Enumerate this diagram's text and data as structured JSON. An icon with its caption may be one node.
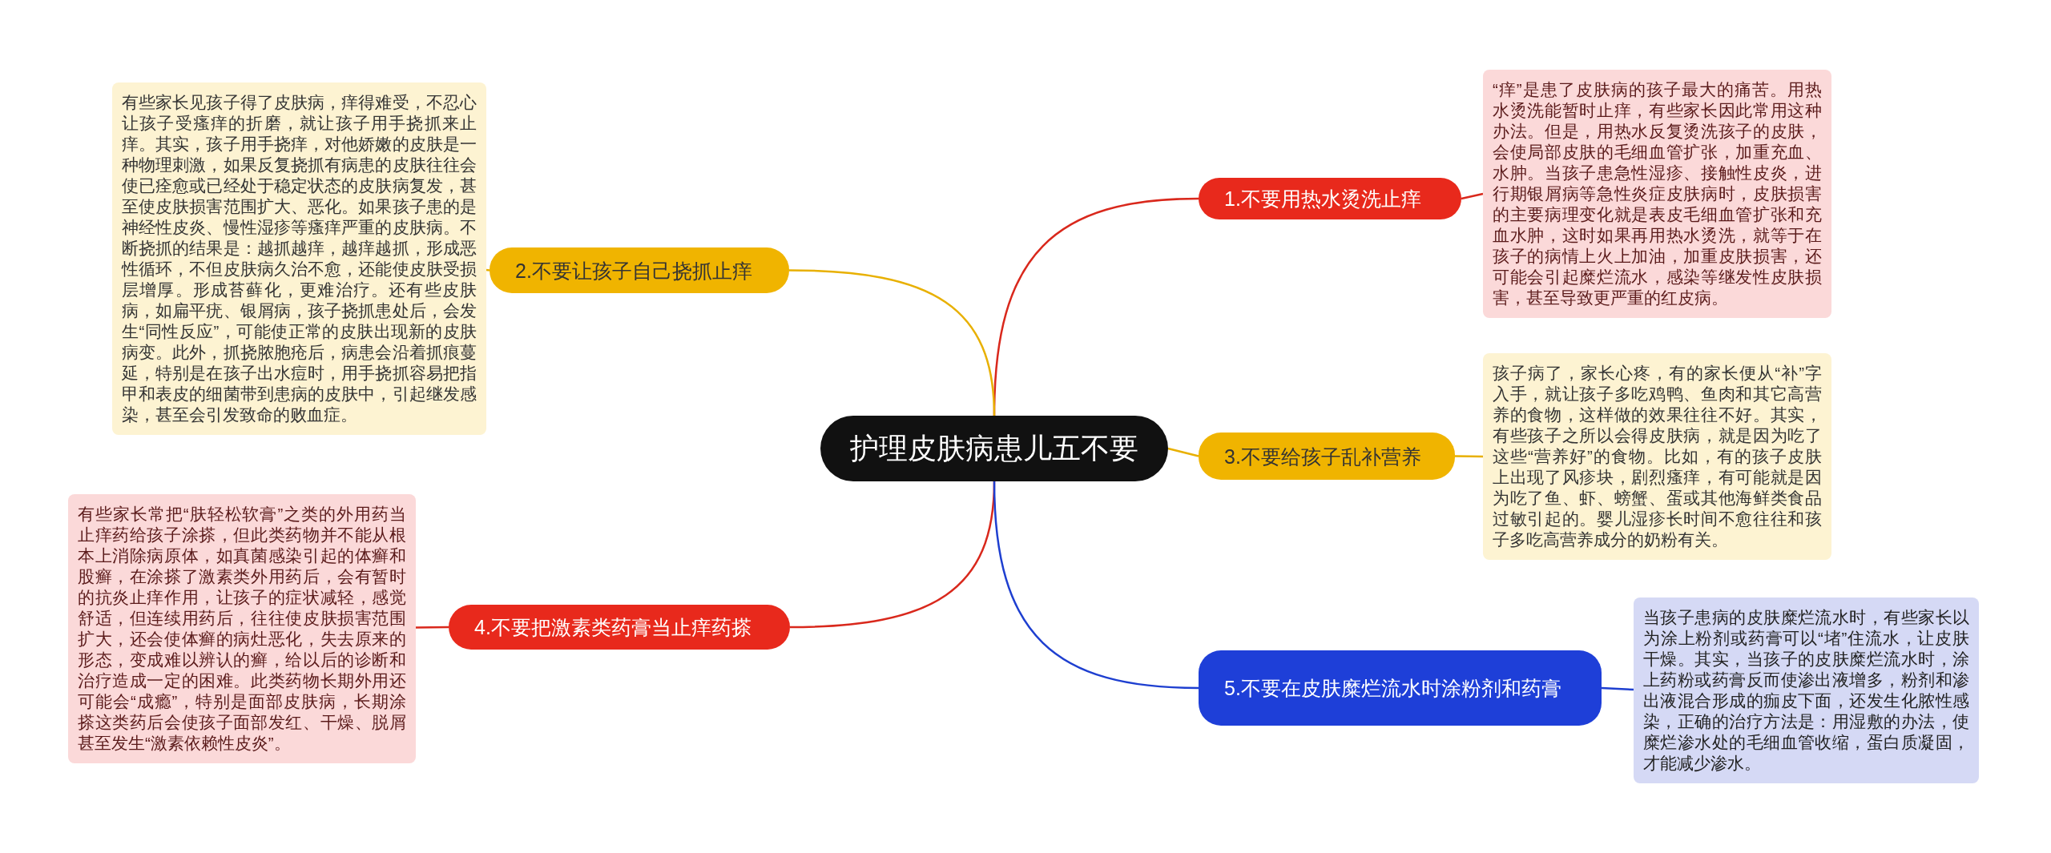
{
  "diagram": {
    "nodes": [
      {
        "text": [
          "护理皮肤病患儿五不要"
        ]
      },
      {
        "text": [
          "1.不要用热水烫洗止痒"
        ]
      },
      {
        "text": [
          "“痒”是患了皮肤病的孩子最大的痛苦。用热水烫洗能暂时止痒，有些家长因此常用这种办法。但是，用热水反复烫洗孩子的皮肤，会使局部皮肤的毛细血管扩张，加重充血、水肿。当孩子患急性湿疹、接触性皮炎，进行期银屑病等急性炎症皮肤病时，皮肤损害的主要病理变化就是表皮毛细血管扩张和充血水肿，这时如果再用热水烫洗，就等于在孩子的病情上火上加油，加重皮肤损害，还可能会引起糜烂流水，感染等继发性皮肤损害，甚至导致更严重的红皮病。"
        ]
      },
      {
        "text": [
          "2.不要让孩子自己挠抓止痒"
        ]
      },
      {
        "text": [
          "有些家长见孩子得了皮肤病，痒得难受，不忍心让孩子受瘙痒的折磨，就让孩子用手挠抓来止痒。其实，孩子用手挠痒，对他娇嫩的皮肤是一种物理刺激，如果反复挠抓有病患的皮肤往往会使已痊愈或已经处于稳定状态的皮肤病复发，甚至使皮肤损害范围扩大、恶化。如果孩子患的是神经性皮炎、慢性湿疹等瘙痒严重的皮肤病。不断挠抓的结果是：越抓越痒，越痒越抓，形成恶性循环，不但皮肤病久治不愈，还能使皮肤受损层增厚。形成苔藓化，更难治疗。还有些皮肤病，如扁平疣、银屑病，孩子挠抓患处后，会发生“同性反应”，可能使正常的皮肤出现新的皮肤病变。此外，抓挠脓胞疮后，病患会沿着抓痕蔓延，特别是在孩子出水痘时，用手挠抓容易把指甲和表皮的细菌带到患病的皮肤中，引起继发感染，甚至会引发致命的败血症。"
        ]
      },
      {
        "text": [
          "3.不要给孩子乱补营养"
        ]
      },
      {
        "text": [
          "孩子病了，家长心疼，有的家长便从“补”字入手，就让孩子多吃鸡鸭、鱼肉和其它高营养的食物，这样做的效果往往不好。其实，有些孩子之所以会得皮肤病，就是因为吃了这些“营养好”的食物。比如，有的孩子皮肤上出现了风疹块，剧烈瘙痒，有可能就是因为吃了鱼、虾、螃蟹、蛋或其他海鲜类食品过敏引起的。婴儿湿疹长时间不愈往往和孩子多吃高营养成分的奶粉有关。"
        ]
      },
      {
        "text": [
          "4.不要把激素类药膏当止痒药搽"
        ]
      },
      {
        "text": [
          "有些家长常把“肤轻松软膏”之类的外用药当止痒药给孩子涂搽，但此类药物并不能从根本上消除病原体，如真菌感染引起的体癣和股癣，在涂搽了激素类外用药后，会有暂时的抗炎止痒作用，让孩子的症状减轻，感觉舒适，但连续用药后，往往使皮肤损害范围扩大，还会使体癣的病灶恶化，失去原来的形态，变成难以辨认的癣，给以后的诊断和治疗造成一定的困难。此类药物长期外用还可能会“成瘾”，特别是面部皮肤病，长期涂搽这类药后会使孩子面部发红、干燥、脱屑甚至发生“激素依赖性皮炎”。"
        ]
      },
      {
        "text": [
          "5.不要在皮肤糜烂流水时涂粉剂和药膏"
        ]
      },
      {
        "text": [
          "当孩子患病的皮肤糜烂流水时，有些家长以为涂上粉剂或药膏可以“堵”住流水，让皮肤干燥。其实，当孩子的皮肤糜烂流水时，涂上药粉或药膏反而使渗出液增多，粉剂和渗出液混合形成的痂皮下面，还发生化脓性感染，正确的治疗方法是：用湿敷的办法，使糜烂渗水处的毛细血管收缩，蛋白质凝固，才能减少渗水。"
        ]
      }
    ],
    "edges": [
      {
        "from": 0,
        "to": 1,
        "arrow": "none",
        "color": "#d9281c"
      },
      {
        "from": 1,
        "to": 2,
        "arrow": "none",
        "color": "#d9281c"
      },
      {
        "from": 0,
        "to": 3,
        "arrow": "none",
        "color": "#e8b000"
      },
      {
        "from": 3,
        "to": 4,
        "arrow": "none",
        "color": "#e8b000"
      },
      {
        "from": 0,
        "to": 5,
        "arrow": "none",
        "color": "#e8b000"
      },
      {
        "from": 5,
        "to": 6,
        "arrow": "none",
        "color": "#e8b000"
      },
      {
        "from": 0,
        "to": 7,
        "arrow": "none",
        "color": "#d9281c"
      },
      {
        "from": 7,
        "to": 8,
        "arrow": "none",
        "color": "#d9281c"
      },
      {
        "from": 0,
        "to": 9,
        "arrow": "none",
        "color": "#1e3fd0"
      },
      {
        "from": 9,
        "to": 10,
        "arrow": "none",
        "color": "#1e3fd0"
      }
    ]
  }
}
